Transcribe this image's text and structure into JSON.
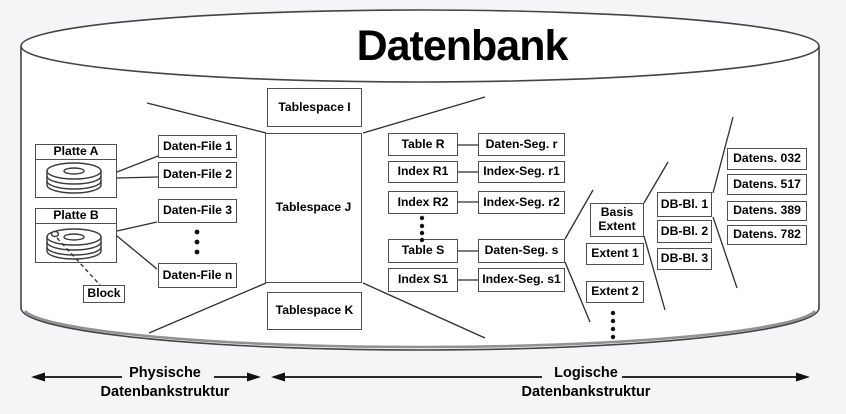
{
  "title": "Datenbank",
  "physical": {
    "disk_a_label": "Platte A",
    "disk_b_label": "Platte B",
    "block_label": "Block",
    "file1": "Daten-File 1",
    "file2": "Daten-File 2",
    "file3": "Daten-File 3",
    "filen": "Daten-File n"
  },
  "tablespaces": {
    "i": "Tablespace I",
    "j": "Tablespace J",
    "k": "Tablespace K"
  },
  "logical": {
    "table_r": "Table R",
    "seg_r": "Daten-Seg. r",
    "index_r1": "Index R1",
    "seg_r1": "Index-Seg. r1",
    "index_r2": "Index R2",
    "seg_r2": "Index-Seg. r2",
    "table_s": "Table S",
    "seg_s": "Daten-Seg. s",
    "index_s1": "Index S1",
    "seg_s1": "Index-Seg. s1"
  },
  "extents": {
    "basis": "Basis Extent",
    "e1": "Extent 1",
    "e2": "Extent 2"
  },
  "db_blocks": {
    "b1": "DB-Bl. 1",
    "b2": "DB-Bl. 2",
    "b3": "DB-Bl. 3"
  },
  "records": {
    "r1": "Datens. 032",
    "r2": "Datens. 517",
    "r3": "Datens. 389",
    "r4": "Datens. 782"
  },
  "legend": {
    "physical_line1": "Physische",
    "physical_line2": "Datenbankstruktur",
    "logical_line1": "Logische",
    "logical_line2": "Datenbankstruktur"
  },
  "colors": {
    "line": "#2e2e2e",
    "box_border": "#4f4f4f",
    "background": "#f5f4f6",
    "cylinder_fill": "#ffffff",
    "text": "#000000"
  }
}
